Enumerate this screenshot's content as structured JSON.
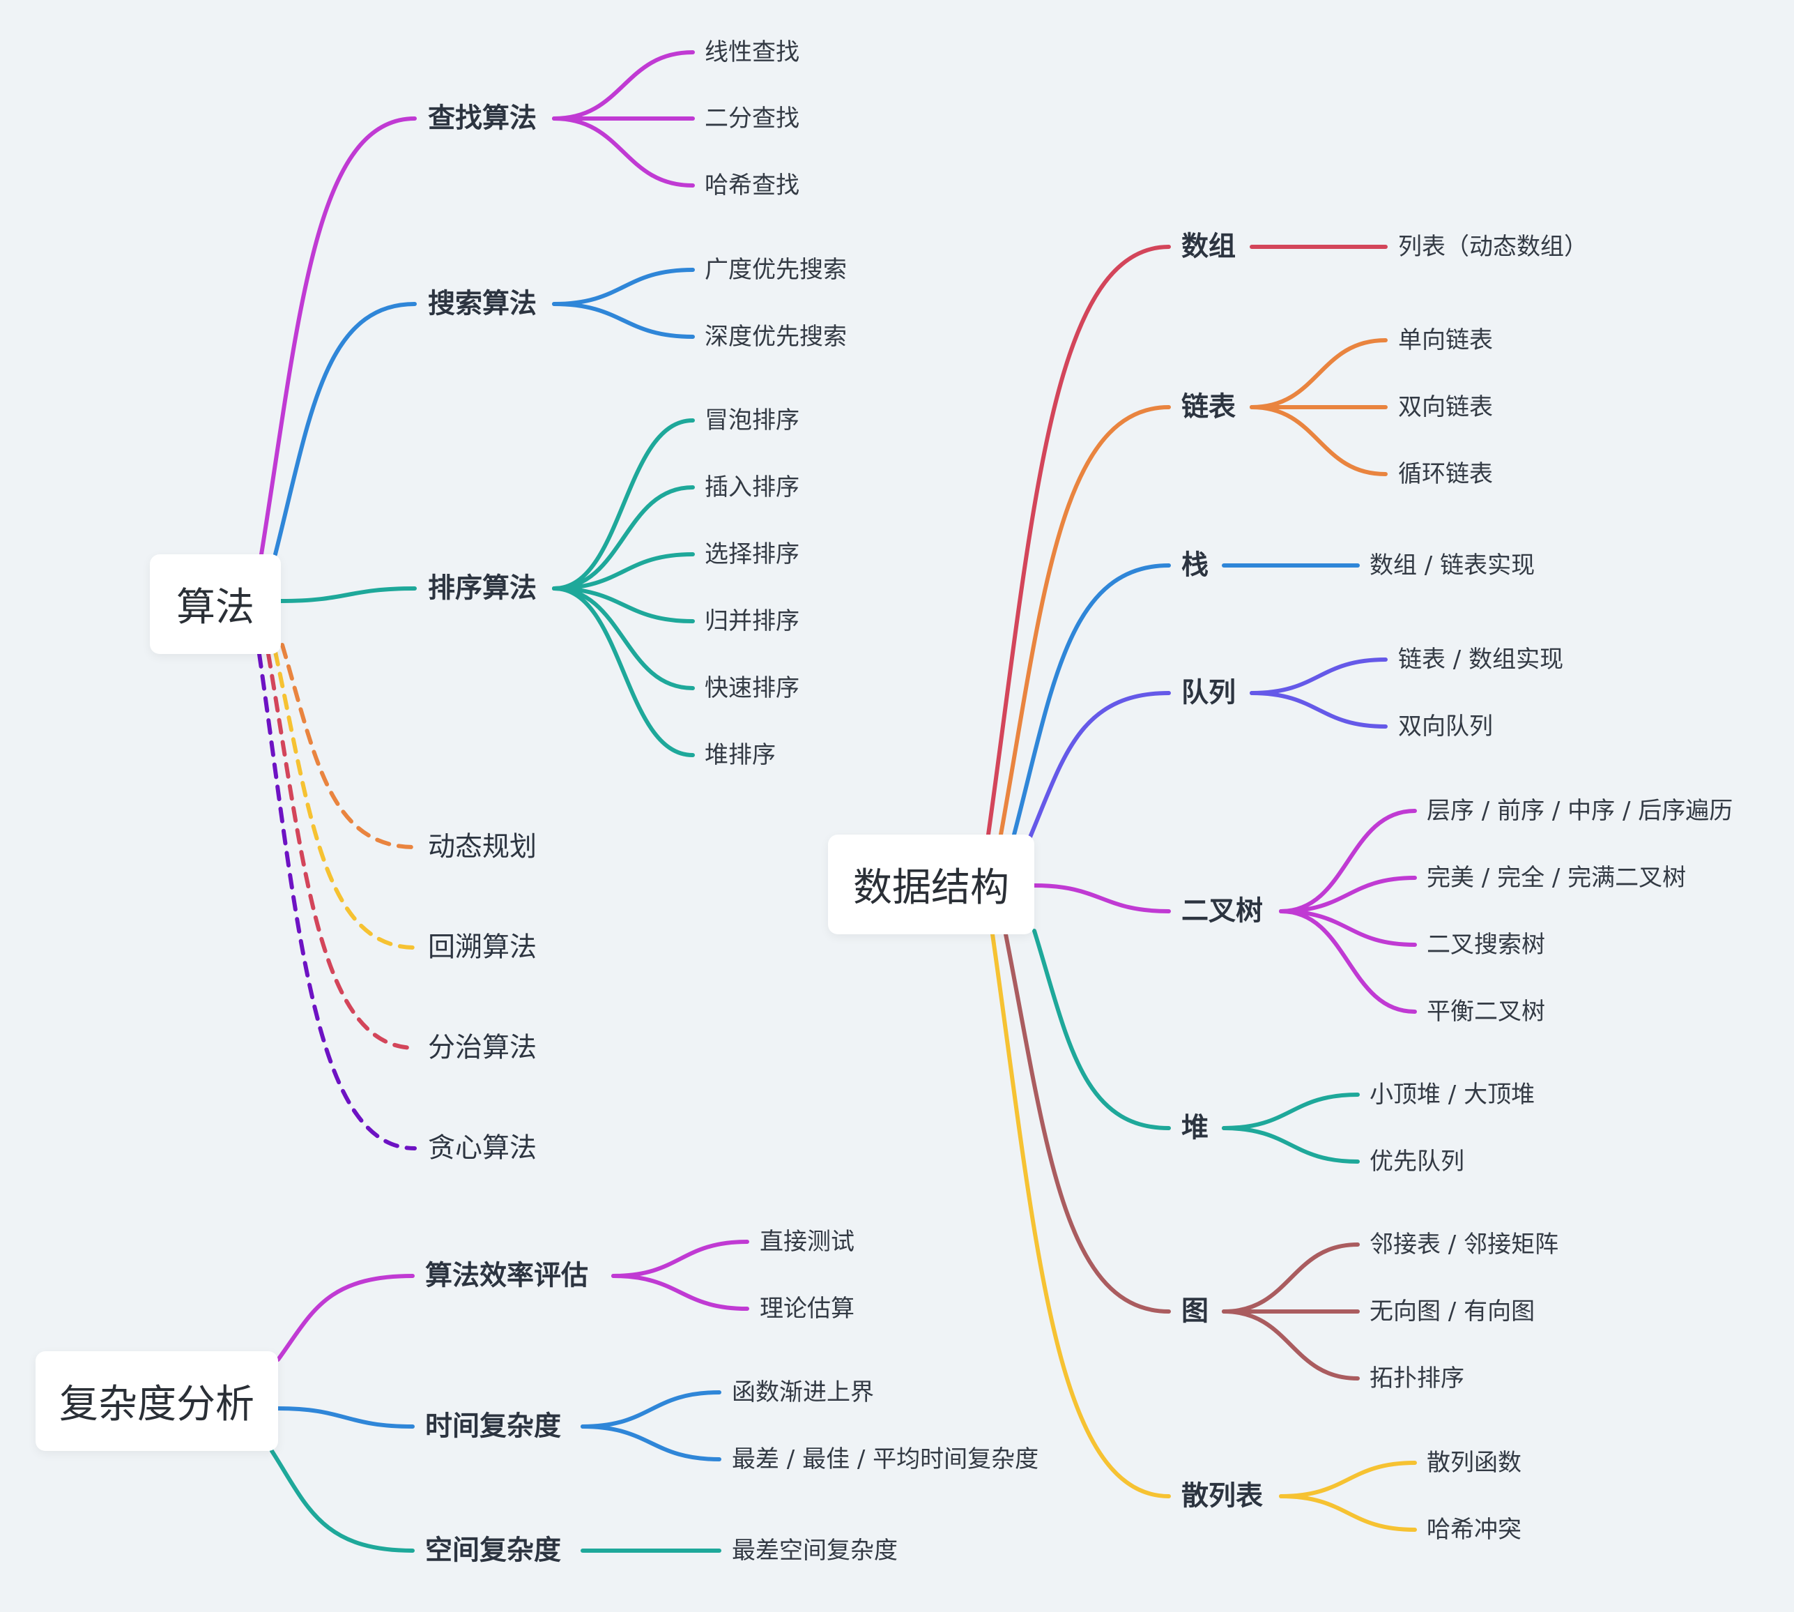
{
  "colors": {
    "background": "#eff3f6",
    "magenta": "#c03ad3",
    "blue": "#2f86d8",
    "teal": "#1ea89a",
    "orange": "#e9843f",
    "yellow": "#f6c232",
    "red": "#d3455a",
    "purple": "#6d12c3",
    "violet": "#6559e8",
    "brown": "#aa5c5f"
  },
  "algorithms": {
    "root": "算法",
    "search_algorithms": {
      "label": "查找算法",
      "children": [
        "线性查找",
        "二分查找",
        "哈希查找"
      ]
    },
    "graph_search": {
      "label": "搜索算法",
      "children": [
        "广度优先搜索",
        "深度优先搜索"
      ]
    },
    "sorting": {
      "label": "排序算法",
      "children": [
        "冒泡排序",
        "插入排序",
        "选择排序",
        "归并排序",
        "快速排序",
        "堆排序"
      ]
    },
    "dynamic_programming": "动态规划",
    "backtracking": "回溯算法",
    "divide_conquer": "分治算法",
    "greedy": "贪心算法"
  },
  "complexity": {
    "root": "复杂度分析",
    "efficiency": {
      "label": "算法效率评估",
      "children": [
        "直接测试",
        "理论估算"
      ]
    },
    "time": {
      "label": "时间复杂度",
      "children": [
        "函数渐进上界",
        "最差 / 最佳 / 平均时间复杂度"
      ]
    },
    "space": {
      "label": "空间复杂度",
      "children": [
        "最差空间复杂度"
      ]
    }
  },
  "data_structures": {
    "root": "数据结构",
    "array": {
      "label": "数组",
      "children": [
        "列表（动态数组）"
      ]
    },
    "linked_list": {
      "label": "链表",
      "children": [
        "单向链表",
        "双向链表",
        "循环链表"
      ]
    },
    "stack": {
      "label": "栈",
      "children": [
        "数组 / 链表实现"
      ]
    },
    "queue": {
      "label": "队列",
      "children": [
        "链表 / 数组实现",
        "双向队列"
      ]
    },
    "binary_tree": {
      "label": "二叉树",
      "children": [
        "层序 / 前序 / 中序 / 后序遍历",
        "完美 / 完全 / 完满二叉树",
        "二叉搜索树",
        "平衡二叉树"
      ]
    },
    "heap": {
      "label": "堆",
      "children": [
        "小顶堆 / 大顶堆",
        "优先队列"
      ]
    },
    "graph": {
      "label": "图",
      "children": [
        "邻接表 / 邻接矩阵",
        "无向图 / 有向图",
        "拓扑排序"
      ]
    },
    "hash_table": {
      "label": "散列表",
      "children": [
        "散列函数",
        "哈希冲突"
      ]
    }
  }
}
